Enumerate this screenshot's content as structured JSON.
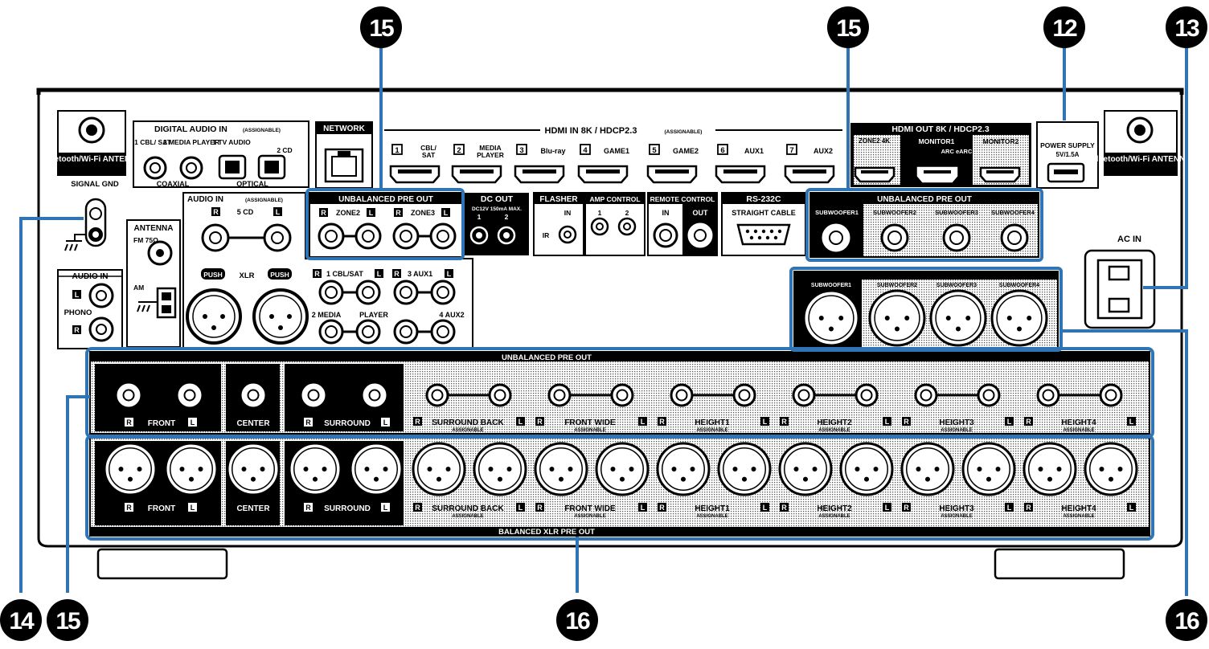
{
  "callouts": [
    "15",
    "15",
    "12",
    "13",
    "14",
    "15",
    "16",
    "16"
  ],
  "bt_antenna_left": "Bluetooth/Wi-Fi ANTENNA",
  "bt_antenna_right": "Bluetooth/Wi-Fi ANTENNA",
  "digital_audio_in": "DIGITAL AUDIO IN",
  "assignable_tag": "(ASSIGNABLE)",
  "coax_1": "1 CBL/ SAT",
  "coax_2": "2 MEDIA PLAYER",
  "opt_1": "1 TV AUDIO",
  "opt_2": "2 CD",
  "coaxial": "COAXIAL",
  "optical": "OPTICAL",
  "network": "NETWORK",
  "hdmi_in": "HDMI IN 8K / HDCP2.3",
  "hdmi_in_tag": "(ASSIGNABLE)",
  "hdmi_ports": [
    {
      "num": "1",
      "name": "CBL/ SAT"
    },
    {
      "num": "2",
      "name": "MEDIA PLAYER"
    },
    {
      "num": "3",
      "name": "Blu-ray"
    },
    {
      "num": "4",
      "name": "GAME1"
    },
    {
      "num": "5",
      "name": "GAME2"
    },
    {
      "num": "6",
      "name": "AUX1"
    },
    {
      "num": "7",
      "name": "AUX2"
    }
  ],
  "hdmi_out": "HDMI OUT 8K / HDCP2.3",
  "zone2_4k": "ZONE2 4K",
  "monitor1": "MONITOR1",
  "arc": "ARC eARC",
  "monitor2": "MONITOR2",
  "power_supply": "POWER SUPPLY",
  "power_spec": "5V/1.5A",
  "signal_gnd": "SIGNAL GND",
  "antenna": "ANTENNA",
  "fm": "FM 75Ω",
  "am": "AM",
  "audio_in_phono": "AUDIO IN",
  "phono": "PHONO",
  "audio_in_assignable": "AUDIO IN",
  "cd5": "5 CD",
  "push": "PUSH",
  "xlr": "XLR",
  "upo_zone": "UNBALANCED PRE OUT",
  "zone2": "ZONE2",
  "zone3": "ZONE3",
  "dc_out": "DC OUT",
  "dc_spec": "DC12V 150mA MAX.",
  "dc_1": "1",
  "dc_2": "2",
  "flasher": "FLASHER",
  "flasher_in": "IN",
  "ir": "IR",
  "amp_control": "AMP CONTROL",
  "amp_1": "1",
  "amp_2": "2",
  "remote_control": "REMOTE CONTROL",
  "rc_in": "IN",
  "rc_out": "OUT",
  "rs232c": "RS-232C",
  "straight_cable": "STRAIGHT CABLE",
  "upo_sub": "UNBALANCED PRE OUT",
  "subwoofers": [
    "SUBWOOFER1",
    "SUBWOOFER2",
    "SUBWOOFER3",
    "SUBWOOFER4"
  ],
  "ac_in": "AC IN",
  "bxlr_sub": "BALANCED XLR PRE OUT",
  "analog_in": [
    "1 CBL/SAT",
    "3 AUX1",
    "2 MEDIA",
    "PLAYER",
    "4 AUX2"
  ],
  "upo_main": "UNBALANCED PRE OUT",
  "bxlr_main": "BALANCED XLR PRE OUT",
  "front": "FRONT",
  "center": "CENTER",
  "surround": "SURROUND",
  "channel_groups": [
    {
      "name": "SURROUND BACK",
      "sub": "ASSIGNABLE"
    },
    {
      "name": "FRONT WIDE",
      "sub": "ASSIGNABLE"
    },
    {
      "name": "HEIGHT1",
      "sub": "ASSIGNABLE"
    },
    {
      "name": "HEIGHT2",
      "sub": "ASSIGNABLE"
    },
    {
      "name": "HEIGHT3",
      "sub": "ASSIGNABLE"
    },
    {
      "name": "HEIGHT4",
      "sub": "ASSIGNABLE"
    }
  ],
  "r": "R",
  "l": "L",
  "colors": {
    "accent": "#2f74b5",
    "black": "#000000",
    "panel": "#ffffff"
  }
}
